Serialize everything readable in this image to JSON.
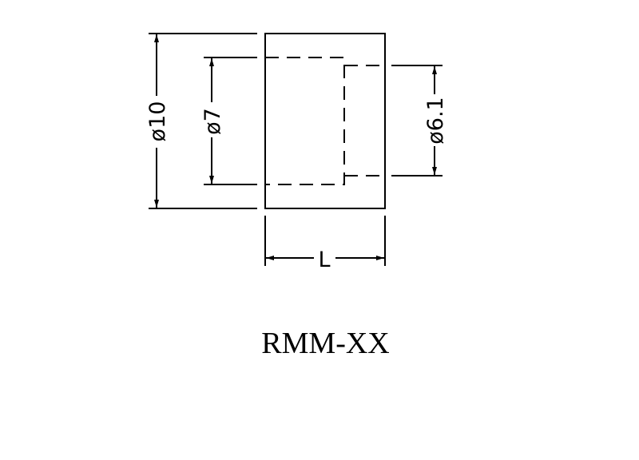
{
  "dimensions": {
    "outer_diameter": "ø10",
    "inner_diameter": "ø7",
    "through_diameter": "ø6.1",
    "length": "L"
  },
  "part_number": "RMM-XX"
}
